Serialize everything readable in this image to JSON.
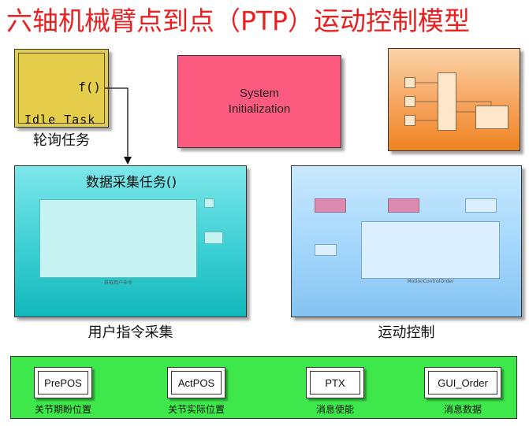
{
  "title": "六轴机械臂点到点（PTP）运动控制模型",
  "idle_task": {
    "port_label": "f()",
    "block_label": "Idle Task",
    "caption": "轮询任务"
  },
  "system_init": {
    "line1": "System",
    "line2": "Initialization"
  },
  "data_acquisition": {
    "block_title": "数据采集任务()",
    "inner_label": "获取用户命令",
    "caption": "用户指令采集"
  },
  "motion_control": {
    "inner_label": "MotionControlOrder",
    "caption": "运动控制"
  },
  "data_stores": [
    {
      "name": "PrePOS",
      "caption": "关节期盼位置"
    },
    {
      "name": "ActPOS",
      "caption": "关节实际位置"
    },
    {
      "name": "PTX",
      "caption": "消息使能"
    },
    {
      "name": "GUI_Order",
      "caption": "消息数据"
    }
  ],
  "colors": {
    "title": "#e8201f",
    "idle_task": "#e3cd4b",
    "system_init": "#fc5a7e",
    "config_block": "#f6a35c",
    "data_acquisition": "#3ccfd3",
    "motion_control": "#a3d6fb",
    "data_store_panel": "#3fe84a"
  }
}
